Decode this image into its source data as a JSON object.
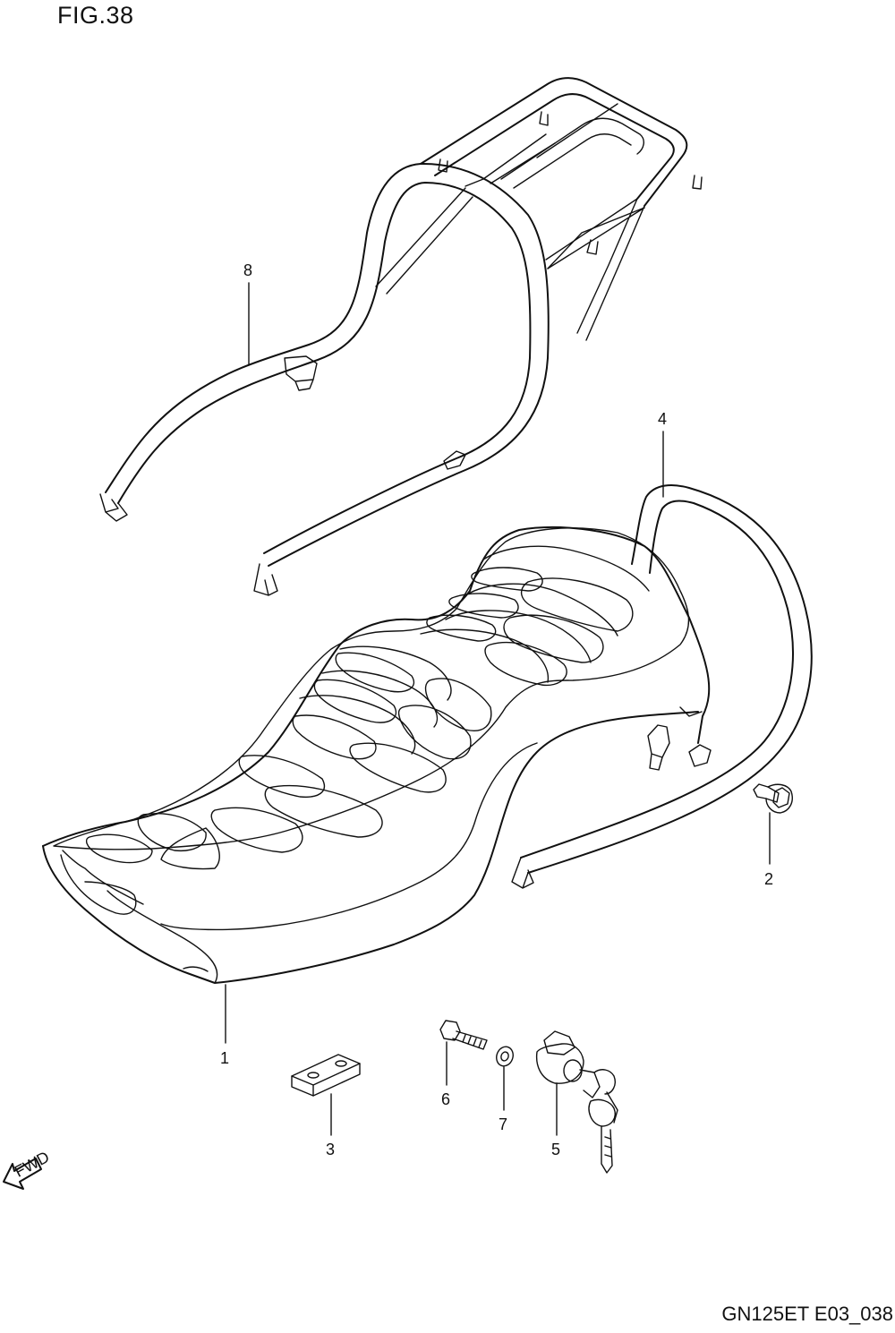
{
  "figure": {
    "title": "FIG.38",
    "code": "GN125ET E03_038",
    "direction_label": "FWD"
  },
  "parts": [
    {
      "id": "part-1",
      "number": "1"
    },
    {
      "id": "part-2",
      "number": "2"
    },
    {
      "id": "part-3",
      "number": "3"
    },
    {
      "id": "part-4",
      "number": "4"
    },
    {
      "id": "part-5",
      "number": "5"
    },
    {
      "id": "part-6",
      "number": "6"
    },
    {
      "id": "part-7",
      "number": "7"
    },
    {
      "id": "part-8",
      "number": "8"
    }
  ]
}
